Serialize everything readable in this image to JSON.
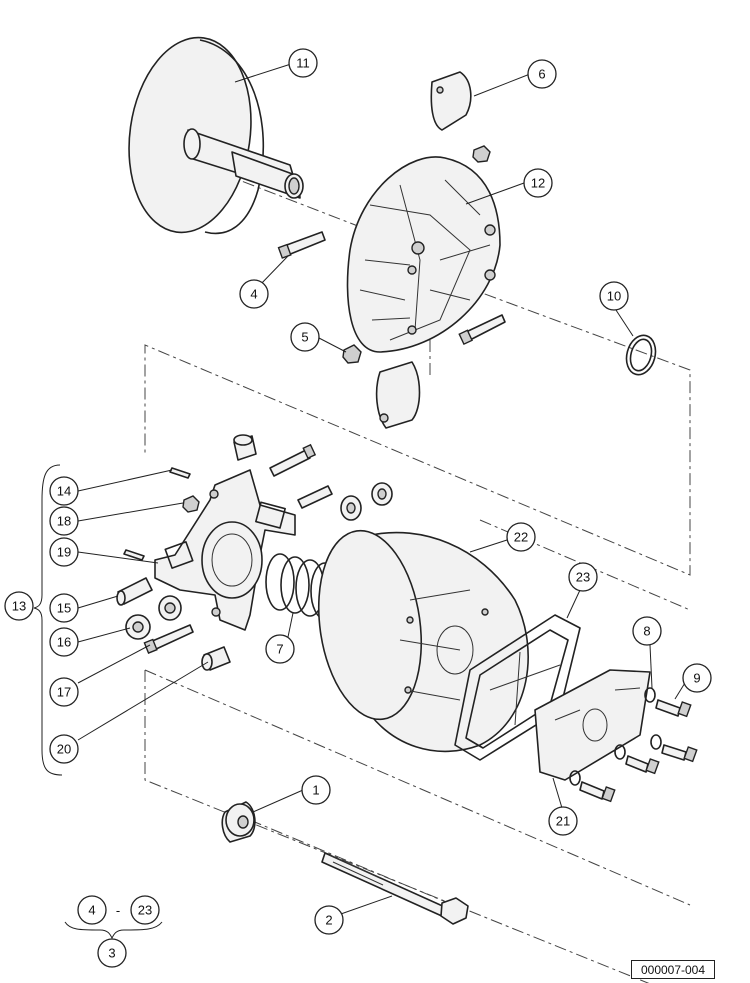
{
  "callouts": [
    {
      "id": "c1",
      "label": "1"
    },
    {
      "id": "c2",
      "label": "2"
    },
    {
      "id": "c3",
      "label": "3"
    },
    {
      "id": "c4",
      "label": "4"
    },
    {
      "id": "c4b",
      "label": "4"
    },
    {
      "id": "c5",
      "label": "5"
    },
    {
      "id": "c6",
      "label": "6"
    },
    {
      "id": "c7",
      "label": "7"
    },
    {
      "id": "c8",
      "label": "8"
    },
    {
      "id": "c9",
      "label": "9"
    },
    {
      "id": "c10",
      "label": "10"
    },
    {
      "id": "c11",
      "label": "11"
    },
    {
      "id": "c12",
      "label": "12"
    },
    {
      "id": "c13",
      "label": "13"
    },
    {
      "id": "c14",
      "label": "14"
    },
    {
      "id": "c15",
      "label": "15"
    },
    {
      "id": "c16",
      "label": "16"
    },
    {
      "id": "c17",
      "label": "17"
    },
    {
      "id": "c18",
      "label": "18"
    },
    {
      "id": "c19",
      "label": "19"
    },
    {
      "id": "c20",
      "label": "20"
    },
    {
      "id": "c21",
      "label": "21"
    },
    {
      "id": "c22",
      "label": "22"
    },
    {
      "id": "c23",
      "label": "23"
    },
    {
      "id": "c23b",
      "label": "23"
    }
  ],
  "range_separator": "-",
  "figure_ref": "000007-004"
}
